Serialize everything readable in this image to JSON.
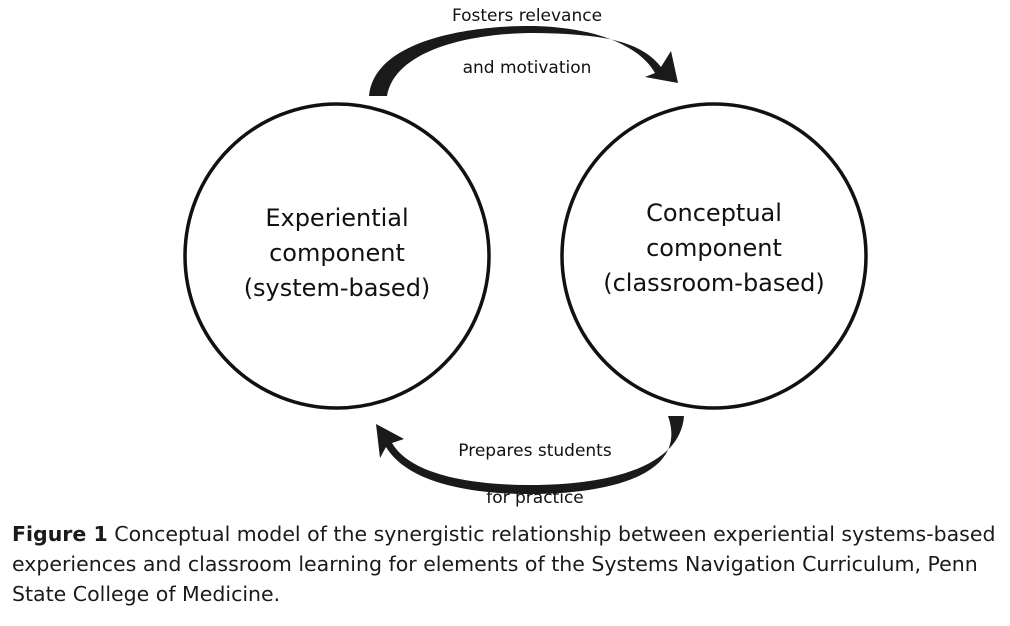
{
  "diagram": {
    "nodes": [
      {
        "id": "experiential",
        "label_lines": [
          "Experiential",
          "component",
          "(system-based)"
        ]
      },
      {
        "id": "conceptual",
        "label_lines": [
          "Conceptual",
          "component",
          "(classroom-based)"
        ]
      }
    ],
    "edges": [
      {
        "from": "experiential",
        "to": "conceptual",
        "label_lines": [
          "Fosters relevance",
          "and motivation"
        ]
      },
      {
        "from": "conceptual",
        "to": "experiential",
        "label_lines": [
          "Prepares students",
          "for practice"
        ]
      }
    ],
    "colors": {
      "stroke": "#111111",
      "arrow_fill": "#1a1a1a",
      "background": "#ffffff"
    }
  },
  "caption": {
    "label": "Figure 1",
    "text": "Conceptual model of the synergistic relationship between experiential systems-based experiences and classroom learning for elements of the Systems Navigation Curriculum, Penn State College of Medicine."
  }
}
